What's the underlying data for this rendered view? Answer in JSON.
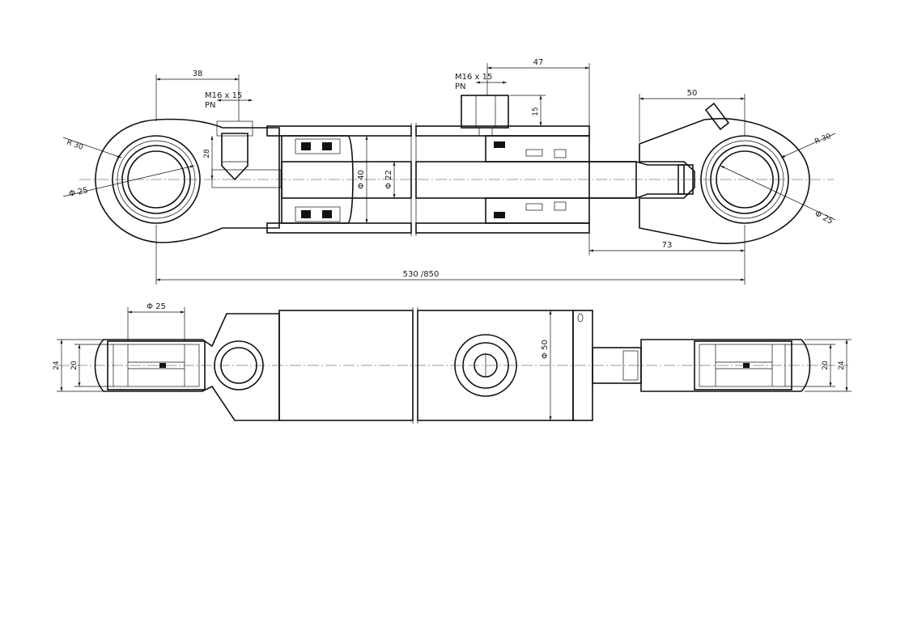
{
  "dimensions": {
    "top_view": {
      "left_eye_offset": "38",
      "left_port_thread": "M16 x 15",
      "left_port_code": "PN",
      "left_radius": "R 30",
      "left_bore": "Φ 25",
      "port_height": "28",
      "bore_diameter": "Φ 40",
      "rod_diameter": "Φ 22",
      "right_port_thread": "M16 x 15",
      "right_port_code": "PN",
      "right_port_offset": "47",
      "right_port_height": "15",
      "right_eye_length": "50",
      "right_radius": "R 30",
      "right_bore": "Φ 25",
      "rod_end_offset": "73",
      "overall_length": "530 /850"
    },
    "side_view": {
      "left_pin": "Φ 25",
      "left_width_outer": "24",
      "left_width_inner": "20",
      "tube_diameter": "Φ 50",
      "right_width_inner": "20",
      "right_width_outer": "24"
    }
  },
  "colors": {
    "line": "#111111",
    "background": "#ffffff"
  }
}
